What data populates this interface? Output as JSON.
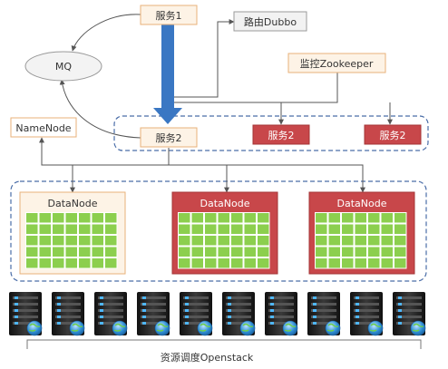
{
  "nodes": {
    "service1": "服务1",
    "router": "路由Dubbo",
    "mq": "MQ",
    "monitor": "监控Zookeeper",
    "namenode": "NameNode",
    "service2_main": "服务2",
    "service2_a": "服务2",
    "service2_b": "服务2"
  },
  "datanodes": [
    "DataNode",
    "DataNode",
    "DataNode"
  ],
  "servers_count": 10,
  "footer": "资源调度Openstack",
  "colors": {
    "beige_fill": "#fdf3e6",
    "beige_stroke": "#e8b27a",
    "red_fill": "#c8474a",
    "grid_green": "#8ccf4e",
    "grid_line": "#6ea842",
    "dash_blue": "#4a6da8",
    "arrow_blue": "#3a77c3"
  }
}
